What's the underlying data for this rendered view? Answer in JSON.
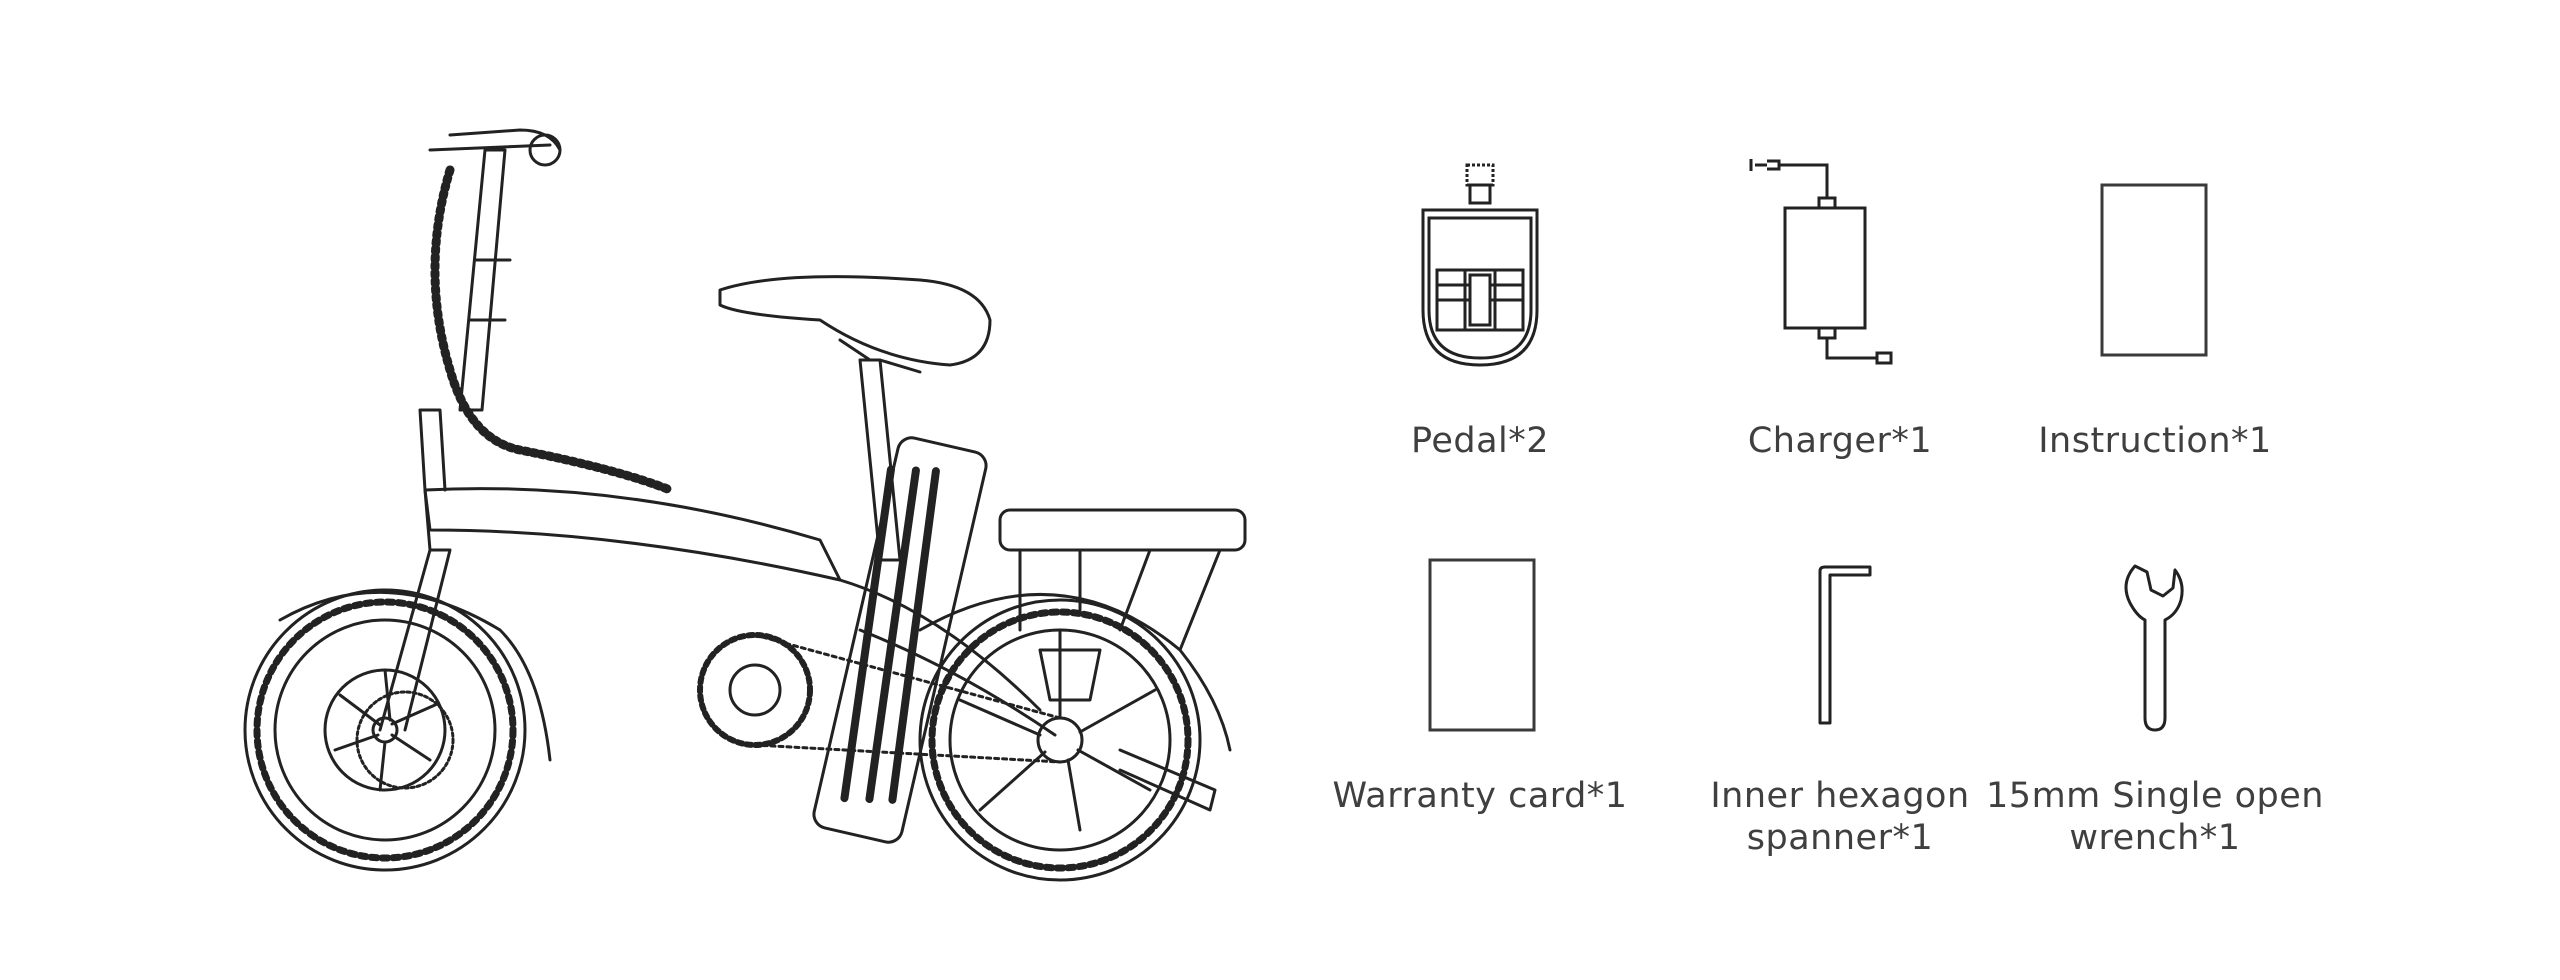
{
  "items": [
    {
      "label": "Pedal*2",
      "icon": "pedal-icon"
    },
    {
      "label": "Charger*1",
      "icon": "charger-icon"
    },
    {
      "label": "Instruction*1",
      "icon": "instruction-booklet-icon"
    },
    {
      "label": "Warranty card*1",
      "icon": "warranty-card-icon"
    },
    {
      "label": "Inner hexagon spanner*1",
      "icon": "hex-key-icon"
    },
    {
      "label": "15mm Single open wrench*1",
      "icon": "open-wrench-icon"
    }
  ],
  "colors": {
    "line": "#222222",
    "text": "#3f3f3f",
    "background": "#ffffff"
  }
}
